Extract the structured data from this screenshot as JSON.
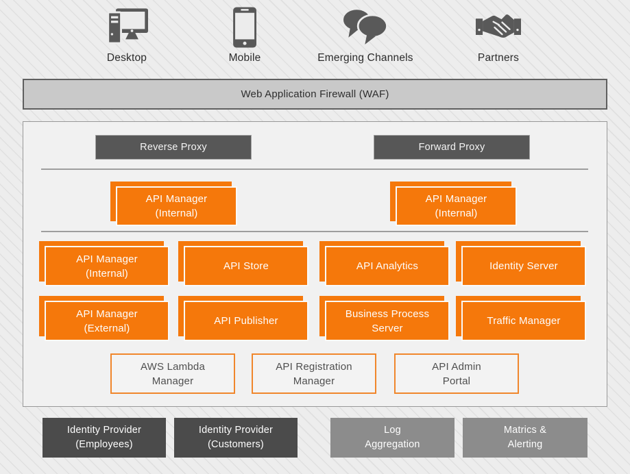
{
  "colors": {
    "orange": "#f5780b",
    "dark_gray": "#4b4b4b",
    "medium_gray": "#8c8c8c",
    "waf_fill": "#c9c9c9",
    "panel_fill": "#f1f1f1",
    "border_gray": "#9e9e9e",
    "icon_gray": "#595959"
  },
  "channels": {
    "items": [
      {
        "label": "Desktop",
        "icon": "desktop-icon"
      },
      {
        "label": "Mobile",
        "icon": "mobile-icon"
      },
      {
        "label": "Emerging Channels",
        "icon": "chat-bubbles-icon"
      },
      {
        "label": "Partners",
        "icon": "handshake-icon"
      }
    ]
  },
  "waf": {
    "label": "Web Application Firewall (WAF)"
  },
  "panel": {
    "proxies": [
      {
        "label": "Reverse Proxy"
      },
      {
        "label": "Forward Proxy"
      }
    ],
    "stacks": [
      {
        "label": "API Manager\n(Internal)"
      },
      {
        "label": "API Manager\n(Internal)"
      }
    ],
    "row1": [
      {
        "label": "API Manager\n(Internal)"
      },
      {
        "label": "API Store"
      },
      {
        "label": "API Analytics"
      },
      {
        "label": "Identity Server"
      }
    ],
    "row2": [
      {
        "label": "API Manager\n(External)"
      },
      {
        "label": "API Publisher"
      },
      {
        "label": "Business Process\nServer"
      },
      {
        "label": "Traffic Manager"
      }
    ],
    "row3": [
      {
        "label": "AWS Lambda\nManager"
      },
      {
        "label": "API Registration\nManager"
      },
      {
        "label": "API Admin\nPortal"
      }
    ]
  },
  "bottom": [
    {
      "label": "Identity Provider\n(Employees)"
    },
    {
      "label": "Identity Provider\n(Customers)"
    },
    {
      "label": "Log\nAggregation"
    },
    {
      "label": "Matrics &\nAlerting"
    }
  ]
}
